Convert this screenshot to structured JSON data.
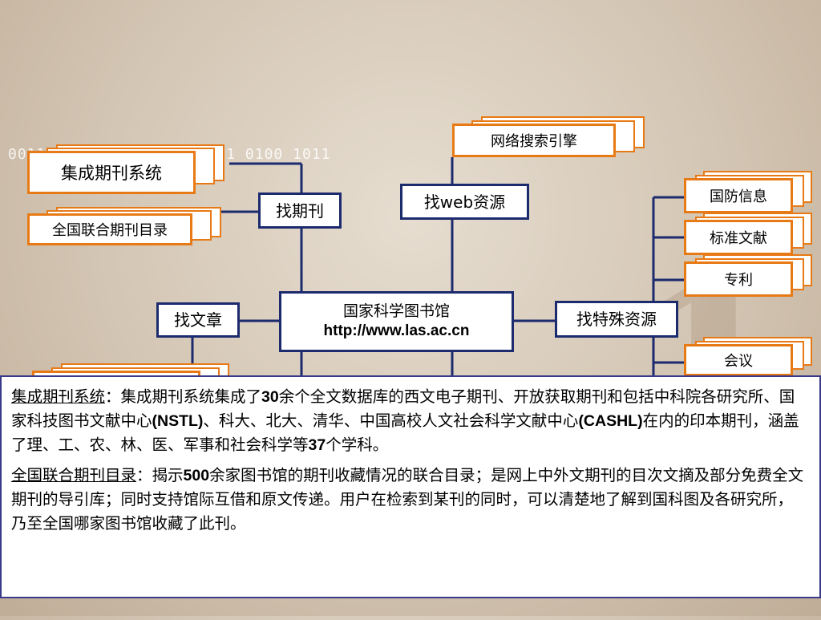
{
  "background": {
    "binary_text": "0011 0010 1010 1101 0001 0100 1011",
    "deco_digit_1": "1",
    "deco_digit_2": "2"
  },
  "center": {
    "name": "国家科学图书馆",
    "url": "http://www.las.ac.cn"
  },
  "categories": {
    "find_journal": "找期刊",
    "find_web": "找web资源",
    "find_article": "找文章",
    "find_special": "找特殊资源"
  },
  "journal_items": [
    "集成期刊系统",
    "全国联合期刊目录"
  ],
  "web_items": [
    "网络搜索引擎"
  ],
  "special_items": [
    "国防信息",
    "标准文献",
    "专利",
    "会议"
  ],
  "article_items": [
    ""
  ],
  "info_box": {
    "p1_term": "集成期刊系统",
    "p1_a": "：集成期刊系统集成了",
    "p1_n1": "30",
    "p1_b": "余个全文数据库的西文电子期刊、开放获取期刊和包括中科院各研究所、国家科技图书文献中心",
    "p1_n2": "(NSTL)",
    "p1_c": "、科大、北大、清华、中国高校人文社会科学文献中心",
    "p1_n3": "(CASHL)",
    "p1_d": "在内的印本期刊，涵盖了理、工、农、林、医、军事和社会科学等",
    "p1_n4": "37",
    "p1_e": "个学科。",
    "p2_term": "全国联合期刊目录",
    "p2_a": "：揭示",
    "p2_n1": "500",
    "p2_b": "余家图书馆的期刊收藏情况的联合目录；是网上中外文期刊的目次文摘及部分免费全文期刊的导引库；同时支持馆际互借和原文传递。用户在检索到某刊的同时，可以清楚地了解到国科图及各研究所，乃至全国哪家图书馆收藏了此刊。"
  },
  "colors": {
    "node_border": "#1c2a6e",
    "card_border": "#e87a16",
    "line": "#1c2a6e"
  }
}
